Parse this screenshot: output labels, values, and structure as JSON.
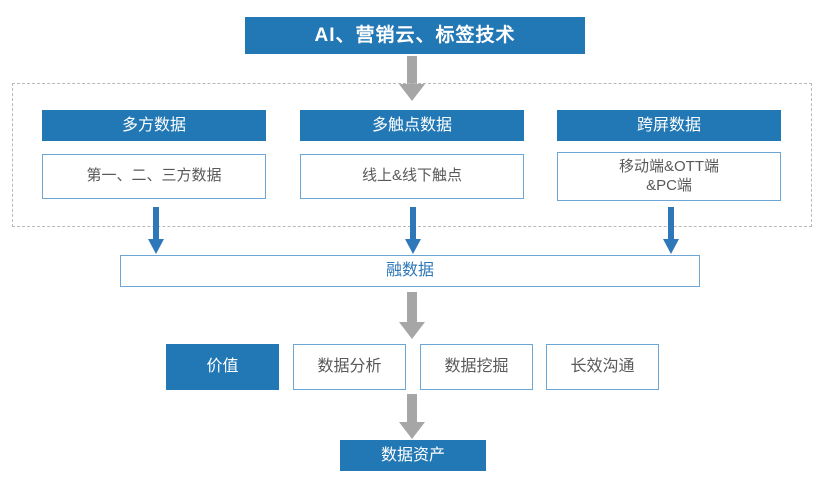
{
  "diagram": {
    "title": "AI、营销云、标签技术",
    "sources": {
      "columns": [
        {
          "head": "多方数据",
          "body": "第一、二、三方数据"
        },
        {
          "head": "多触点数据",
          "body": "线上&线下触点"
        },
        {
          "head": "跨屏数据",
          "body_line1": "移动端&OTT端",
          "body_line2": "&PC端"
        }
      ]
    },
    "merge": {
      "label": "融数据"
    },
    "value": {
      "label": "价值",
      "items": [
        "数据分析",
        "数据挖掘",
        "长效沟通"
      ]
    },
    "asset": {
      "label": "数据资产"
    },
    "colors": {
      "accent_blue": "#2277b5",
      "border_blue": "#6ba6d6",
      "merge_text_blue": "#2e77b8",
      "arrow_gray": "#a6a6a6",
      "arrow_blue": "#2e77b8",
      "dashed_border": "#b9b9b9",
      "body_text": "#595959",
      "background": "#ffffff"
    }
  }
}
